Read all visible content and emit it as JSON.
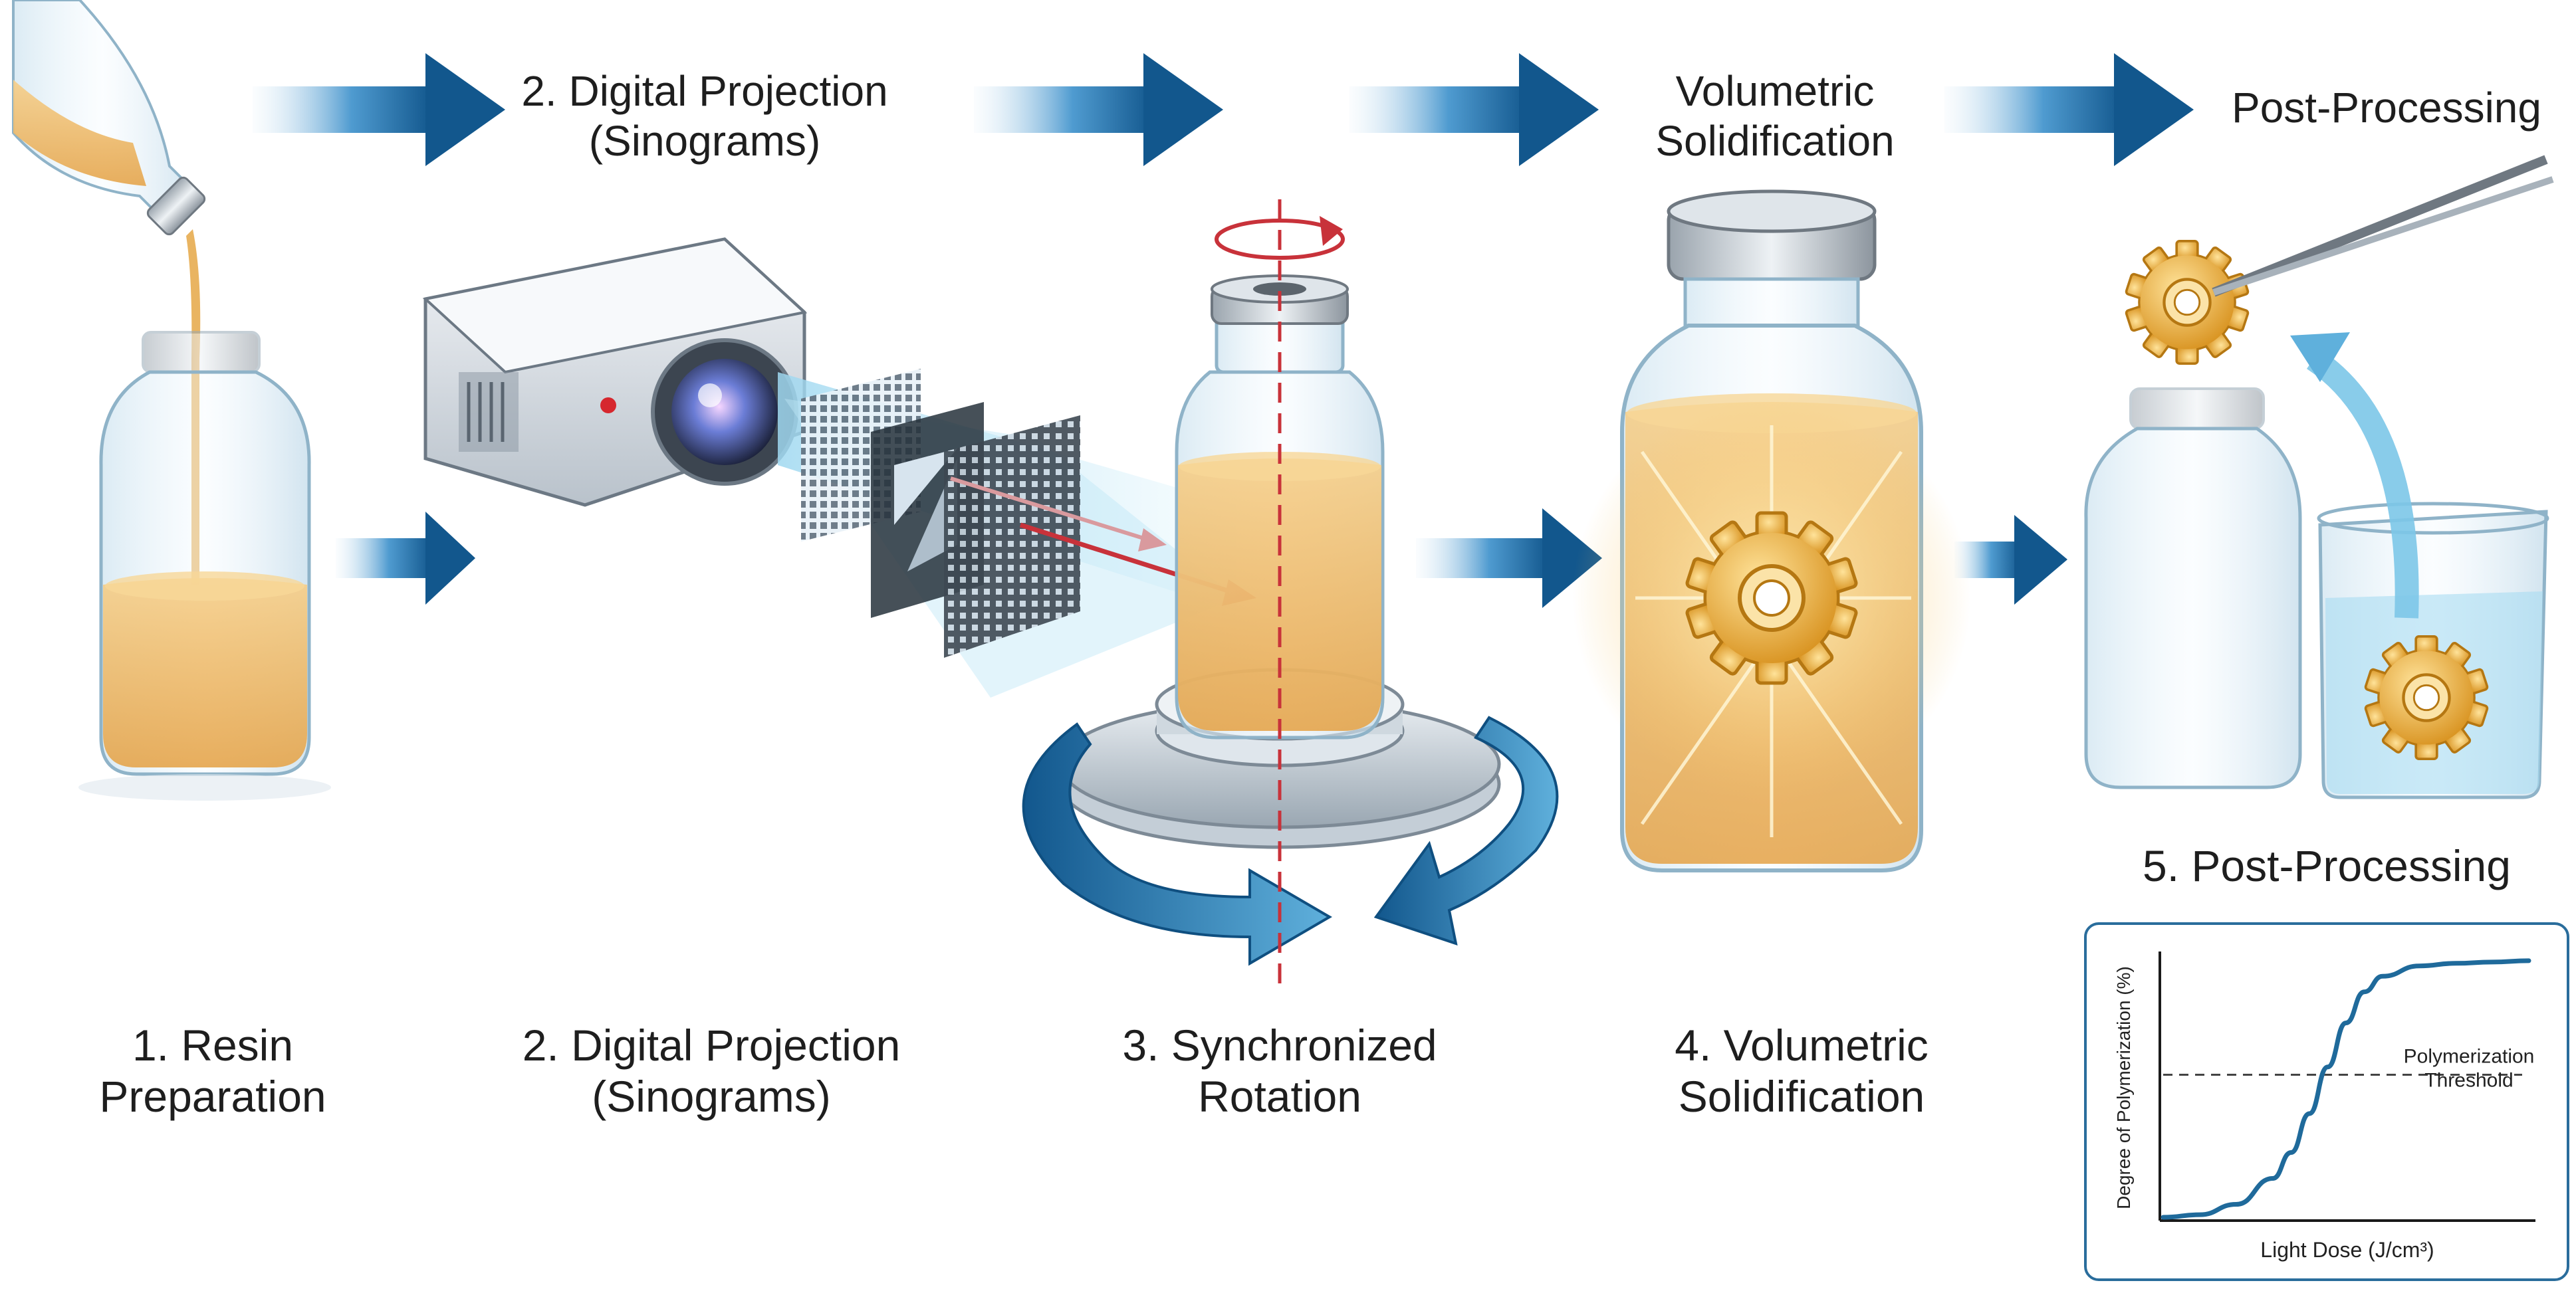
{
  "labels": {
    "top": {
      "projection": [
        "2. Digital Projection",
        "(Sinograms)"
      ],
      "solidification": [
        "Volumetric",
        "Solidification"
      ],
      "post": "Post-Processing"
    },
    "steps": [
      [
        "1. Resin",
        "Preparation"
      ],
      [
        "2. Digital Projection",
        "(Sinograms)"
      ],
      [
        "3. Synchronized",
        "Rotation"
      ],
      [
        "4. Volumetric",
        "Solidification"
      ]
    ],
    "step5": "5. Post-Processing"
  },
  "colors": {
    "arrow": "#1a5f93",
    "resin": "#f0b860",
    "gear": "#e0a53a",
    "glass": "#d9ecf6",
    "threshold_line": "#444444",
    "curve": "#1f6a9b"
  },
  "chart_data": {
    "type": "line",
    "title": "",
    "xlabel": "Light Dose (J/cm³)",
    "ylabel": "Degree of Polymerization (%)",
    "xlim": [
      0,
      1
    ],
    "ylim": [
      0,
      1
    ],
    "ticks": "none",
    "series": [
      {
        "x": [
          0.0,
          0.1,
          0.2,
          0.3,
          0.35,
          0.4,
          0.45,
          0.5,
          0.55,
          0.6,
          0.7,
          0.8,
          0.9,
          1.0
        ],
        "y": [
          0.0,
          0.01,
          0.05,
          0.15,
          0.25,
          0.4,
          0.58,
          0.75,
          0.87,
          0.93,
          0.97,
          0.98,
          0.985,
          0.99
        ]
      }
    ],
    "annotations": [
      {
        "type": "hline",
        "y": 0.55,
        "style": "dashed",
        "label": "Polymerization Threshold"
      }
    ]
  }
}
